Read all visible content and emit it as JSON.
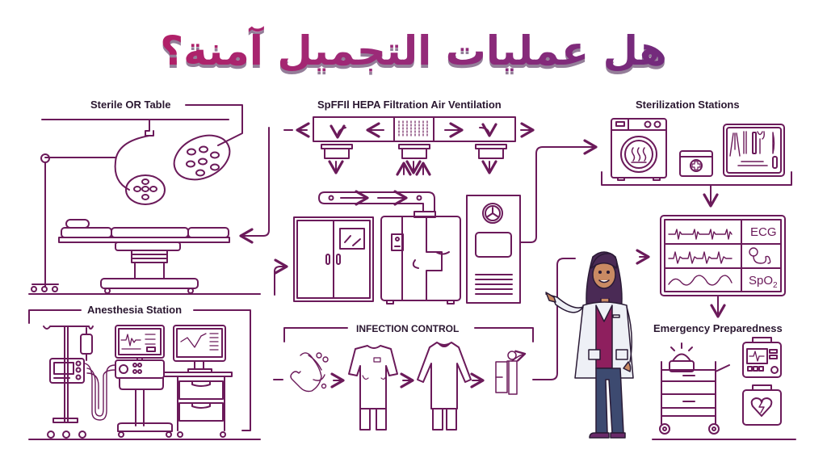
{
  "title": "هل عمليات التجميل آمنة؟",
  "colors": {
    "stroke": "#6b1a5a",
    "title_gradient_start": "#c2185b",
    "title_gradient_end": "#5b2a7e",
    "label_text": "#2a1730",
    "doctor_shirt": "#8e1f5e",
    "doctor_pants": "#3d4a70"
  },
  "sections": {
    "or_table": {
      "label": "Sterile OR Table",
      "icons": [
        "surgical-light-left",
        "surgical-light-right",
        "operating-table",
        "iv-pole"
      ]
    },
    "hepa": {
      "label": "SpFFIl HEPA Filtration Air Ventilation",
      "icons": [
        "hepa-filter-unit",
        "air-vent-left",
        "air-vent-center",
        "air-vent-right"
      ]
    },
    "clean_room": {
      "icons": [
        "cabinet",
        "autoclave-machine",
        "control-panel"
      ]
    },
    "sterilization": {
      "label": "Sterilization Stations",
      "icons": [
        "washer-sterilizer",
        "medical-kit",
        "surgical-instrument-tray"
      ]
    },
    "monitor": {
      "rows": [
        "ECG",
        "stethoscope",
        "SpO2"
      ],
      "ecg_label": "ECG",
      "spo2_label": "SpO",
      "spo2_sub": "2"
    },
    "emergency": {
      "label": "Emergency Preparedness",
      "icons": [
        "crash-cart",
        "defibrillator",
        "first-aid-heart-kit"
      ]
    },
    "anesthesia": {
      "label": "Anesthesia Station",
      "icons": [
        "iv-drip",
        "infusion-pump",
        "anesthesia-machine",
        "vital-monitor-1",
        "vital-monitor-2",
        "drawer-cart"
      ]
    },
    "infection": {
      "label": "INFECTION CONTROL",
      "steps": [
        "hand-washing",
        "scrubs",
        "surgical-gown",
        "disposal"
      ]
    }
  }
}
